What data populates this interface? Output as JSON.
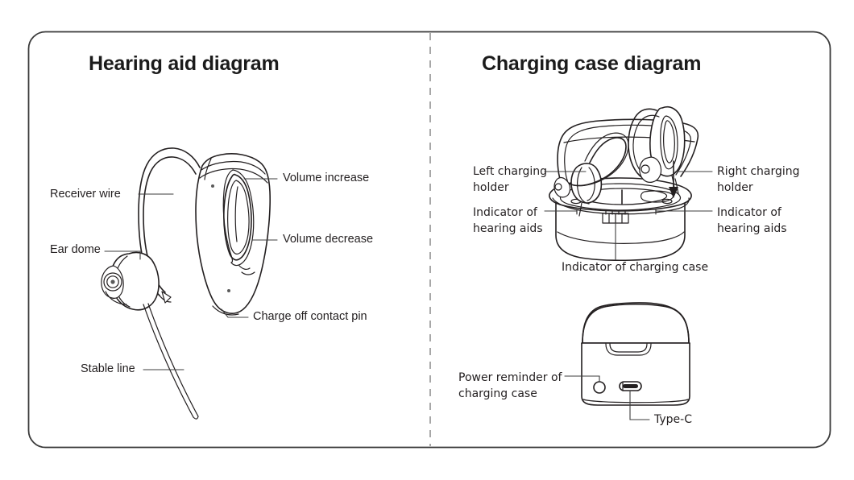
{
  "page": {
    "background_color": "#ffffff",
    "border_color": "#3a3a3a",
    "line_color": "#231f20",
    "divider_style": "dashed-vertical"
  },
  "panels": [
    {
      "id": "hearing-aid",
      "title": "Hearing aid diagram",
      "labels": [
        {
          "id": "receiver-wire",
          "text": "Receiver wire"
        },
        {
          "id": "ear-dome",
          "text": "Ear dome"
        },
        {
          "id": "stable-line",
          "text": "Stable line"
        },
        {
          "id": "volume-increase",
          "text": "Volume increase"
        },
        {
          "id": "volume-decrease",
          "text": "Volume decrease"
        },
        {
          "id": "charge-off-contact-pin",
          "text": "Charge off contact pin"
        }
      ]
    },
    {
      "id": "charging-case",
      "title": "Charging case diagram",
      "labels": [
        {
          "id": "left-charging-holder",
          "line1": "Left charging",
          "line2": "holder"
        },
        {
          "id": "right-charging-holder",
          "line1": "Right charging",
          "line2": "holder"
        },
        {
          "id": "indicator-hearing-aids-left",
          "line1": "Indicator of",
          "line2": "hearing aids"
        },
        {
          "id": "indicator-hearing-aids-right",
          "line1": "Indicator of",
          "line2": "hearing aids"
        },
        {
          "id": "indicator-charging-case",
          "text": "Indicator of charging case"
        },
        {
          "id": "power-reminder",
          "line1": "Power reminder of",
          "line2": "charging case"
        },
        {
          "id": "type-c",
          "text": "Type-C"
        }
      ]
    }
  ]
}
